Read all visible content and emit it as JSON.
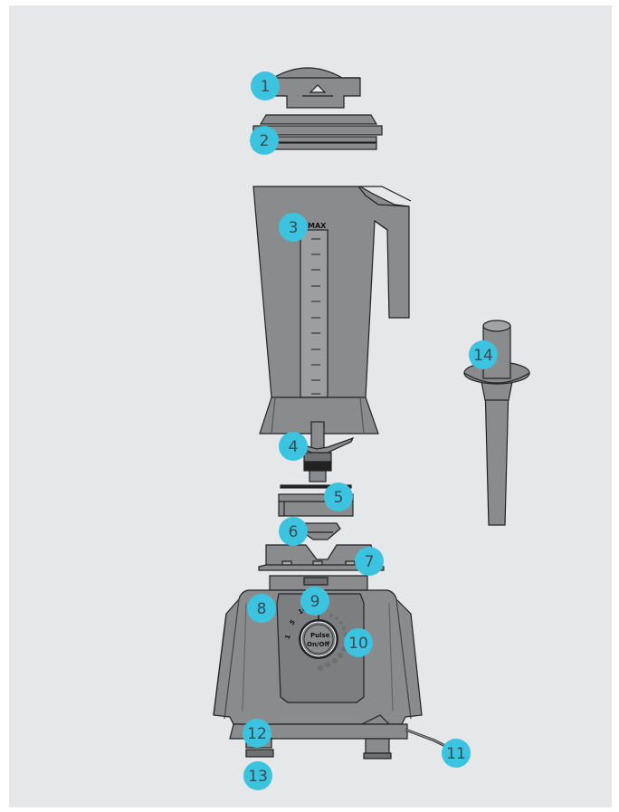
{
  "colors": {
    "background": "#e6e7e9",
    "part_fill": "#8a8b8d",
    "part_fill_light": "#a3a4a6",
    "part_fill_dark": "#6f7072",
    "outline": "#222222",
    "callout": "#3cc3e0"
  },
  "jar": {
    "max_label": "MAX"
  },
  "dial": {
    "center_label_line1": "Pulse",
    "center_label_line2": "On/Off",
    "speed_labels": [
      "1",
      "5",
      "10"
    ]
  },
  "callouts": [
    {
      "id": "1",
      "label": "1"
    },
    {
      "id": "2",
      "label": "2"
    },
    {
      "id": "3",
      "label": "3"
    },
    {
      "id": "4",
      "label": "4"
    },
    {
      "id": "5",
      "label": "5"
    },
    {
      "id": "6",
      "label": "6"
    },
    {
      "id": "7",
      "label": "7"
    },
    {
      "id": "8",
      "label": "8"
    },
    {
      "id": "9",
      "label": "9"
    },
    {
      "id": "10",
      "label": "10"
    },
    {
      "id": "11",
      "label": "11"
    },
    {
      "id": "12",
      "label": "12"
    },
    {
      "id": "13",
      "label": "13"
    },
    {
      "id": "14",
      "label": "14"
    }
  ]
}
